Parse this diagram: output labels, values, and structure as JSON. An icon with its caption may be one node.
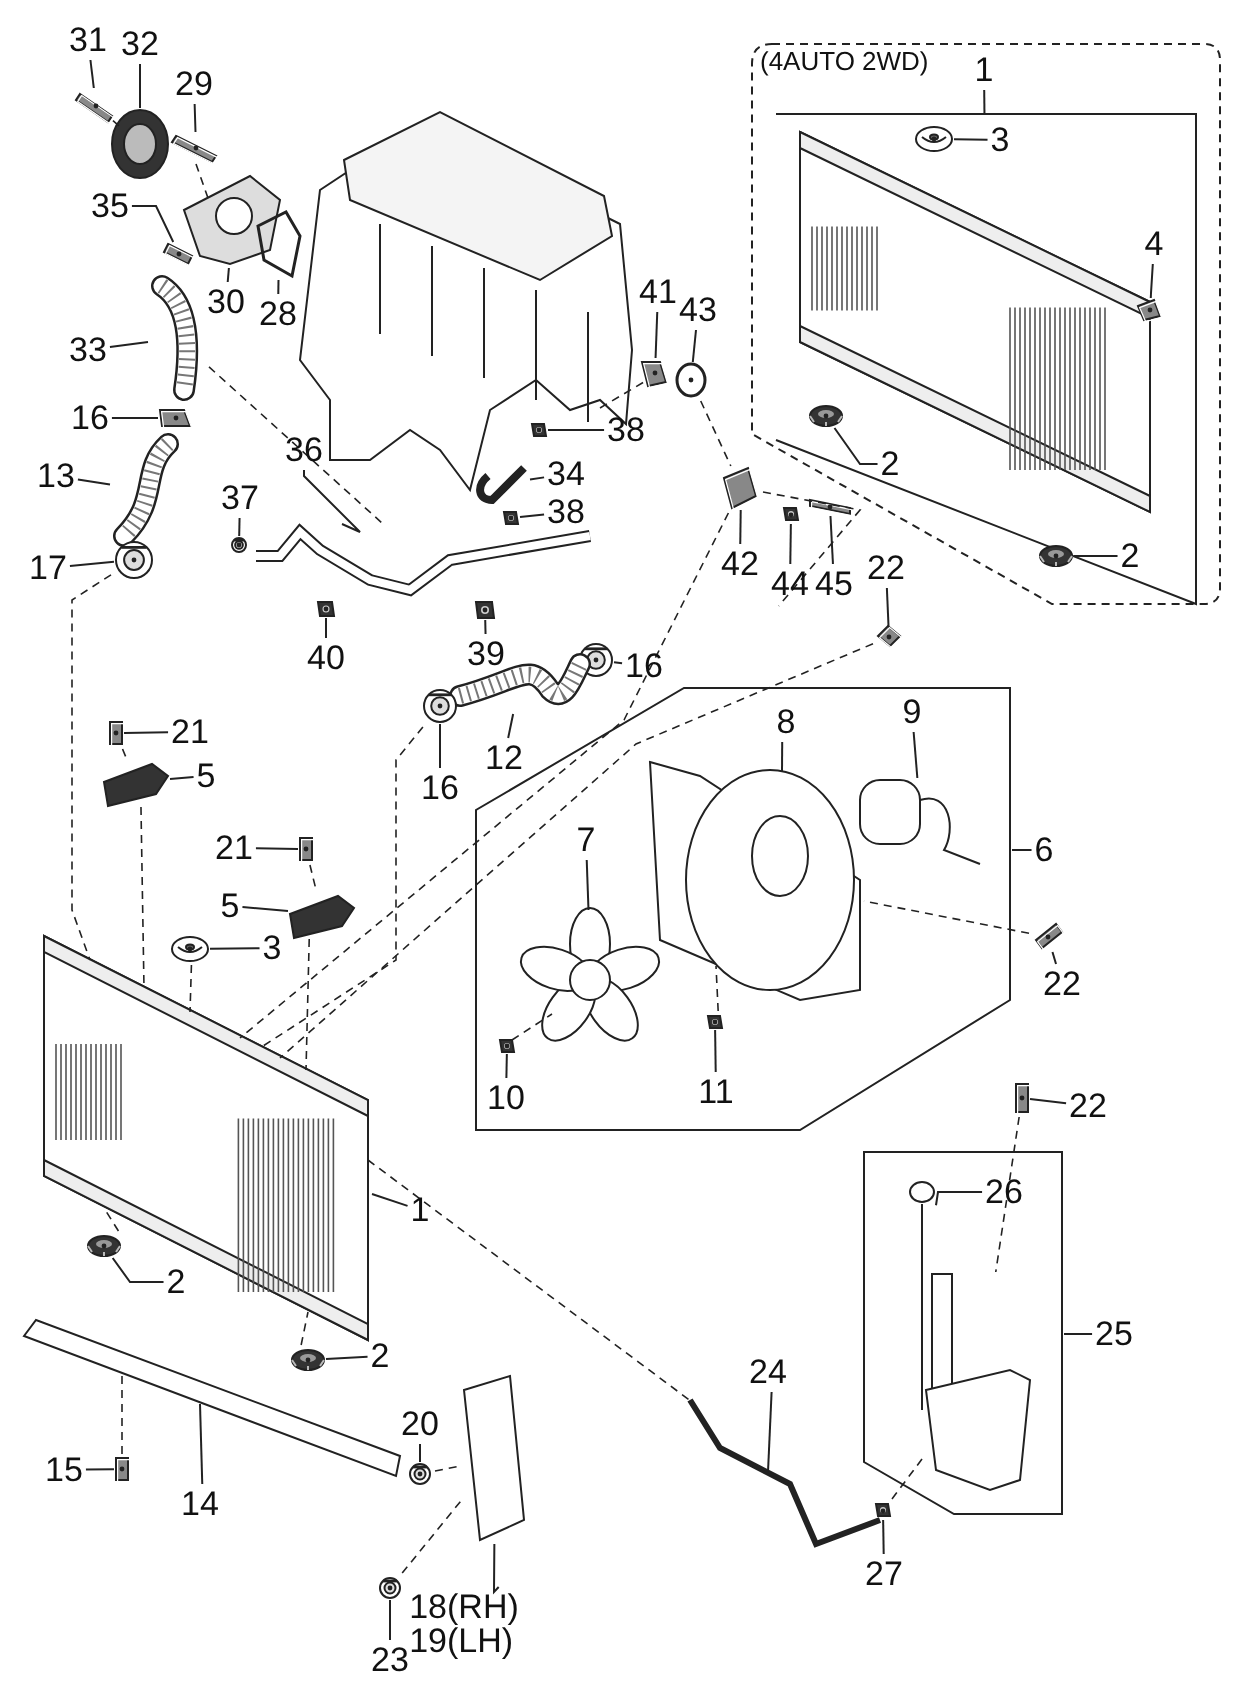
{
  "diagram": {
    "nodes": [
      {
        "text": [
          "31"
        ]
      },
      {
        "text": [
          "32"
        ]
      },
      {
        "text": [
          "29"
        ]
      },
      {
        "text": [
          "35"
        ]
      },
      {
        "text": [
          "30"
        ]
      },
      {
        "text": [
          "28"
        ]
      },
      {
        "text": [
          "(4AUTO 2WD)"
        ]
      },
      {
        "text": [
          "1"
        ],
        "in": 6
      },
      {
        "text": [
          "3"
        ],
        "in": 6
      },
      {
        "text": [
          "4"
        ],
        "in": 6
      },
      {
        "text": [
          "2"
        ],
        "in": 6
      },
      {
        "text": [
          "2"
        ],
        "in": 6
      },
      {
        "text": [
          "33"
        ]
      },
      {
        "text": [
          "41"
        ]
      },
      {
        "text": [
          "43"
        ]
      },
      {
        "text": [
          "16"
        ]
      },
      {
        "text": [
          "13"
        ]
      },
      {
        "text": [
          "38"
        ]
      },
      {
        "text": [
          "36"
        ]
      },
      {
        "text": [
          "37"
        ]
      },
      {
        "text": [
          "34"
        ]
      },
      {
        "text": [
          "38"
        ]
      },
      {
        "text": [
          "17"
        ]
      },
      {
        "text": [
          "42"
        ]
      },
      {
        "text": [
          "44"
        ]
      },
      {
        "text": [
          "45"
        ]
      },
      {
        "text": [
          "22"
        ]
      },
      {
        "text": [
          "40"
        ]
      },
      {
        "text": [
          "39"
        ]
      },
      {
        "text": [
          "16"
        ]
      },
      {
        "text": [
          "21"
        ]
      },
      {
        "text": [
          "12"
        ]
      },
      {
        "text": [
          "16"
        ]
      },
      {
        "text": [
          "5"
        ]
      },
      {
        "text": [],
        "shape": "box"
      },
      {
        "text": [
          "8"
        ],
        "in": 34
      },
      {
        "text": [
          "9"
        ],
        "in": 34
      },
      {
        "text": [
          "6"
        ]
      },
      {
        "text": [
          "7"
        ],
        "in": 34
      },
      {
        "text": [
          "21"
        ]
      },
      {
        "text": [
          "5"
        ]
      },
      {
        "text": [
          "3"
        ]
      },
      {
        "text": [
          "22"
        ]
      },
      {
        "text": [
          "10"
        ],
        "in": 34
      },
      {
        "text": [
          "11"
        ],
        "in": 34
      },
      {
        "text": [
          "22"
        ]
      },
      {
        "text": [],
        "shape": "box"
      },
      {
        "text": [
          "26"
        ],
        "in": 46
      },
      {
        "text": [
          "25"
        ]
      },
      {
        "text": [
          "1"
        ]
      },
      {
        "text": [
          "2"
        ]
      },
      {
        "text": [
          "2"
        ]
      },
      {
        "text": [
          "24"
        ]
      },
      {
        "text": [
          "20"
        ]
      },
      {
        "text": [
          "15"
        ]
      },
      {
        "text": [
          "14"
        ]
      },
      {
        "text": [
          "27"
        ]
      },
      {
        "text": [
          "18(RH)",
          "19(LH)"
        ]
      },
      {
        "text": [
          "23"
        ]
      },
      {
        "text": [],
        "shape": "picture"
      },
      {
        "text": [],
        "shape": "picture"
      },
      {
        "text": [],
        "shape": "picture"
      },
      {
        "text": [],
        "shape": "picture"
      },
      {
        "text": [],
        "shape": "picture"
      },
      {
        "text": [],
        "shape": "picture"
      },
      {
        "text": [],
        "shape": "picture"
      },
      {
        "text": [],
        "shape": "picture",
        "in": 6
      },
      {
        "text": [],
        "shape": "picture",
        "in": 6
      },
      {
        "text": [],
        "shape": "picture",
        "in": 6
      },
      {
        "text": [],
        "shape": "picture",
        "in": 6
      },
      {
        "text": [],
        "shape": "picture",
        "in": 6
      },
      {
        "text": [],
        "shape": "picture"
      },
      {
        "text": [],
        "shape": "picture"
      },
      {
        "text": [],
        "shape": "picture"
      },
      {
        "text": [],
        "shape": "picture"
      },
      {
        "text": [],
        "shape": "picture"
      },
      {
        "text": [],
        "shape": "picture"
      },
      {
        "text": [],
        "shape": "picture"
      },
      {
        "text": [],
        "shape": "picture"
      },
      {
        "text": [],
        "shape": "picture"
      },
      {
        "text": [],
        "shape": "picture"
      },
      {
        "text": [],
        "shape": "picture"
      },
      {
        "text": [],
        "shape": "picture"
      },
      {
        "text": [],
        "shape": "picture"
      },
      {
        "text": [],
        "shape": "picture"
      },
      {
        "text": [],
        "shape": "picture"
      },
      {
        "text": [],
        "shape": "picture"
      },
      {
        "text": [],
        "shape": "picture"
      },
      {
        "text": [],
        "shape": "picture"
      },
      {
        "text": [],
        "shape": "picture"
      },
      {
        "text": [],
        "shape": "picture"
      },
      {
        "text": [],
        "shape": "picture"
      },
      {
        "text": [],
        "shape": "picture"
      },
      {
        "text": [],
        "shape": "picture",
        "in": 34
      },
      {
        "text": [],
        "shape": "picture",
        "in": 34
      },
      {
        "text": [],
        "shape": "picture",
        "in": 34
      },
      {
        "text": [],
        "shape": "picture"
      },
      {
        "text": [],
        "shape": "picture"
      },
      {
        "text": [],
        "shape": "picture"
      },
      {
        "text": [],
        "shape": "picture"
      },
      {
        "text": [],
        "shape": "picture",
        "in": 34
      },
      {
        "text": [],
        "shape": "picture",
        "in": 34
      },
      {
        "text": [],
        "shape": "picture"
      },
      {
        "text": [],
        "shape": "picture",
        "in": 46
      },
      {
        "text": [],
        "shape": "picture",
        "in": 46
      },
      {
        "text": [],
        "shape": "picture"
      },
      {
        "text": [],
        "shape": "picture"
      },
      {
        "text": [],
        "shape": "picture"
      },
      {
        "text": [],
        "shape": "picture"
      },
      {
        "text": [],
        "shape": "picture"
      },
      {
        "text": [],
        "shape": "picture"
      },
      {
        "text": [],
        "shape": "picture"
      },
      {
        "text": [],
        "shape": "picture"
      },
      {
        "text": [],
        "shape": "picture"
      },
      {
        "text": [],
        "shape": "picture"
      }
    ],
    "edges": [
      {
        "from": 0,
        "to": 59,
        "arrow": "none"
      },
      {
        "from": 1,
        "to": 60,
        "arrow": "none"
      },
      {
        "from": 2,
        "to": 61,
        "arrow": "none"
      },
      {
        "from": 3,
        "to": 62,
        "arrow": "none"
      },
      {
        "from": 4,
        "to": 63,
        "arrow": "none"
      },
      {
        "from": 5,
        "to": 64,
        "arrow": "none"
      },
      {
        "from": 7,
        "to": 66,
        "arrow": "none"
      },
      {
        "from": 8,
        "to": 67,
        "arrow": "none"
      },
      {
        "from": 9,
        "to": 68,
        "arrow": "none"
      },
      {
        "from": 10,
        "to": 69,
        "arrow": "none"
      },
      {
        "from": 11,
        "to": 70,
        "arrow": "none"
      },
      {
        "from": 12,
        "to": 71,
        "arrow": "none"
      },
      {
        "from": 13,
        "to": 72,
        "arrow": "none"
      },
      {
        "from": 14,
        "to": 73,
        "arrow": "none"
      },
      {
        "from": 15,
        "to": 74,
        "arrow": "none"
      },
      {
        "from": 16,
        "to": 75,
        "arrow": "none"
      },
      {
        "from": 17,
        "to": 76,
        "arrow": "none"
      },
      {
        "from": 18,
        "to": 77,
        "arrow": "none"
      },
      {
        "from": 19,
        "to": 78,
        "arrow": "none"
      },
      {
        "from": 20,
        "to": 79,
        "arrow": "none"
      },
      {
        "from": 21,
        "to": 80,
        "arrow": "none"
      },
      {
        "from": 22,
        "to": 81,
        "arrow": "none"
      },
      {
        "from": 23,
        "to": 82,
        "arrow": "none"
      },
      {
        "from": 24,
        "to": 83,
        "arrow": "none"
      },
      {
        "from": 25,
        "to": 84,
        "arrow": "none"
      },
      {
        "from": 26,
        "to": 85,
        "arrow": "none"
      },
      {
        "from": 27,
        "to": 86,
        "arrow": "none"
      },
      {
        "from": 28,
        "to": 87,
        "arrow": "none"
      },
      {
        "from": 29,
        "to": 88,
        "arrow": "none"
      },
      {
        "from": 30,
        "to": 89,
        "arrow": "none"
      },
      {
        "from": 31,
        "to": 90,
        "arrow": "none"
      },
      {
        "from": 32,
        "to": 91,
        "arrow": "none"
      },
      {
        "from": 33,
        "to": 92,
        "arrow": "none"
      },
      {
        "from": 35,
        "to": 94,
        "arrow": "none"
      },
      {
        "from": 36,
        "to": 95,
        "arrow": "none"
      },
      {
        "from": 37,
        "to": 34,
        "arrow": "none"
      },
      {
        "from": 38,
        "to": 93,
        "arrow": "none"
      },
      {
        "from": 39,
        "to": 96,
        "arrow": "none"
      },
      {
        "from": 40,
        "to": 97,
        "arrow": "none"
      },
      {
        "from": 41,
        "to": 98,
        "arrow": "none"
      },
      {
        "from": 42,
        "to": 99,
        "arrow": "none"
      },
      {
        "from": 43,
        "to": 100,
        "arrow": "none"
      },
      {
        "from": 44,
        "to": 101,
        "arrow": "none"
      },
      {
        "from": 45,
        "to": 102,
        "arrow": "none"
      },
      {
        "from": 47,
        "to": 103,
        "arrow": "none"
      },
      {
        "from": 48,
        "to": 46,
        "arrow": "none"
      },
      {
        "from": 49,
        "to": 105,
        "arrow": "none"
      },
      {
        "from": 50,
        "to": 106,
        "arrow": "none"
      },
      {
        "from": 51,
        "to": 107,
        "arrow": "none"
      },
      {
        "from": 52,
        "to": 108,
        "arrow": "none"
      },
      {
        "from": 53,
        "to": 109,
        "arrow": "none"
      },
      {
        "from": 54,
        "to": 110,
        "arrow": "none"
      },
      {
        "from": 55,
        "to": 111,
        "arrow": "none"
      },
      {
        "from": 56,
        "to": 112,
        "arrow": "none"
      },
      {
        "from": 57,
        "to": 113,
        "arrow": "none"
      },
      {
        "from": 58,
        "to": 114,
        "arrow": "none"
      },
      {
        "from": 59,
        "to": 60,
        "arrow": "none",
        "style": "dashed"
      },
      {
        "from": 61,
        "to": 63,
        "arrow": "none",
        "style": "dashed"
      },
      {
        "from": 71,
        "to": 77,
        "arrow": "none",
        "style": "dashed"
      },
      {
        "from": 81,
        "to": 105,
        "arrow": "none",
        "style": "dashed"
      },
      {
        "from": 89,
        "to": 92,
        "arrow": "none",
        "style": "dashed"
      },
      {
        "from": 92,
        "to": 105,
        "arrow": "none",
        "style": "dashed"
      },
      {
        "from": 96,
        "to": 97,
        "arrow": "none",
        "style": "dashed"
      },
      {
        "from": 97,
        "to": 105,
        "arrow": "none",
        "style": "dashed"
      },
      {
        "from": 98,
        "to": 105,
        "arrow": "none",
        "style": "dashed"
      },
      {
        "from": 91,
        "to": 105,
        "arrow": "none",
        "style": "dashed"
      },
      {
        "from": 65,
        "to": 72,
        "arrow": "none",
        "style": "dashed"
      },
      {
        "from": 73,
        "to": 82,
        "arrow": "none",
        "style": "dashed"
      },
      {
        "from": 82,
        "to": 66,
        "arrow": "none",
        "style": "dashed"
      },
      {
        "from": 82,
        "to": 105,
        "arrow": "none",
        "style": "dashed"
      },
      {
        "from": 85,
        "to": 105,
        "arrow": "none",
        "style": "dashed"
      },
      {
        "from": 99,
        "to": 94,
        "arrow": "none",
        "style": "dashed"
      },
      {
        "from": 100,
        "to": 93,
        "arrow": "none",
        "style": "dashed"
      },
      {
        "from": 101,
        "to": 94,
        "arrow": "none",
        "style": "dashed"
      },
      {
        "from": 105,
        "to": 108,
        "arrow": "none",
        "style": "dashed"
      },
      {
        "from": 102,
        "to": 104,
        "arrow": "none",
        "style": "dashed"
      },
      {
        "from": 112,
        "to": 104,
        "arrow": "none",
        "style": "dashed"
      },
      {
        "from": 106,
        "to": 105,
        "arrow": "none",
        "style": "dashed"
      },
      {
        "from": 107,
        "to": 105,
        "arrow": "none",
        "style": "dashed"
      },
      {
        "from": 110,
        "to": 111,
        "arrow": "none",
        "style": "dashed"
      },
      {
        "from": 109,
        "to": 113,
        "arrow": "none",
        "style": "dashed"
      },
      {
        "from": 114,
        "to": 113,
        "arrow": "none",
        "style": "dashed"
      }
    ]
  }
}
